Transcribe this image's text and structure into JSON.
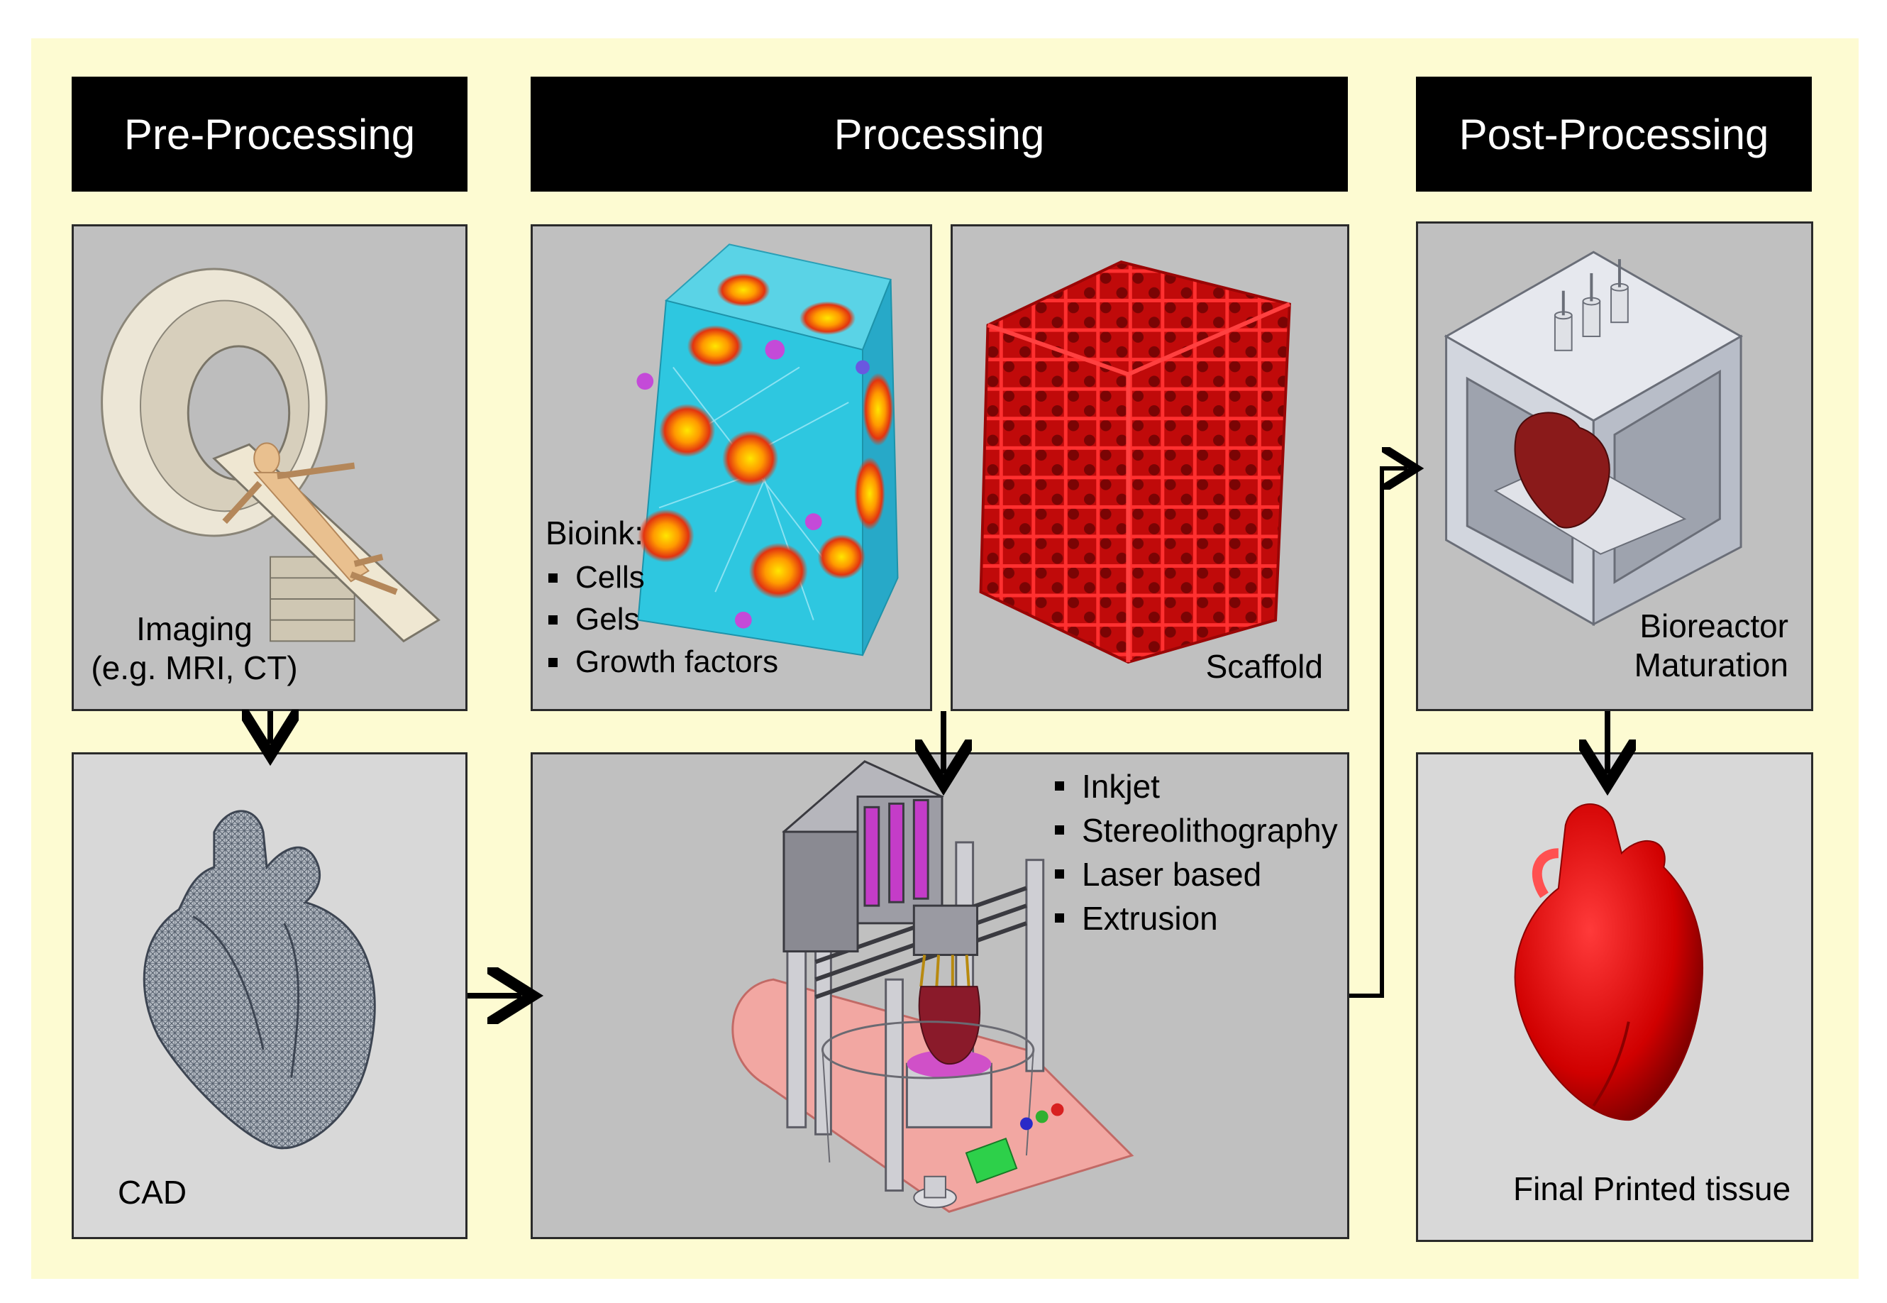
{
  "headers": {
    "pre": "Pre-Processing",
    "processing": "Processing",
    "post": "Post-Processing"
  },
  "imaging": {
    "line1": "Imaging",
    "line2": "(e.g. MRI, CT)"
  },
  "cad": {
    "label": "CAD"
  },
  "bioink": {
    "title": "Bioink:",
    "items": [
      "Cells",
      "Gels",
      "Growth factors"
    ]
  },
  "scaffold": {
    "label": "Scaffold"
  },
  "printing": {
    "methods": [
      "Inkjet",
      "Stereolithography",
      "Laser based",
      "Extrusion"
    ]
  },
  "bioreactor": {
    "line1": "Bioreactor",
    "line2": "Maturation"
  },
  "final": {
    "label": "Final Printed tissue"
  },
  "colors": {
    "background": "#fdfbd2",
    "header": "#000000",
    "panel": "#c0c0c0",
    "panel_light": "#d8d8d8",
    "scaffold_red": "#d81212",
    "heart_red": "#e00a0a",
    "bioink_cyan": "#2ec7e0"
  },
  "icons": [
    "mri-scanner-icon",
    "mesh-heart-icon",
    "bioink-cube-icon",
    "scaffold-lattice-icon",
    "bioprinter-icon",
    "bioreactor-icon",
    "printed-heart-icon"
  ]
}
